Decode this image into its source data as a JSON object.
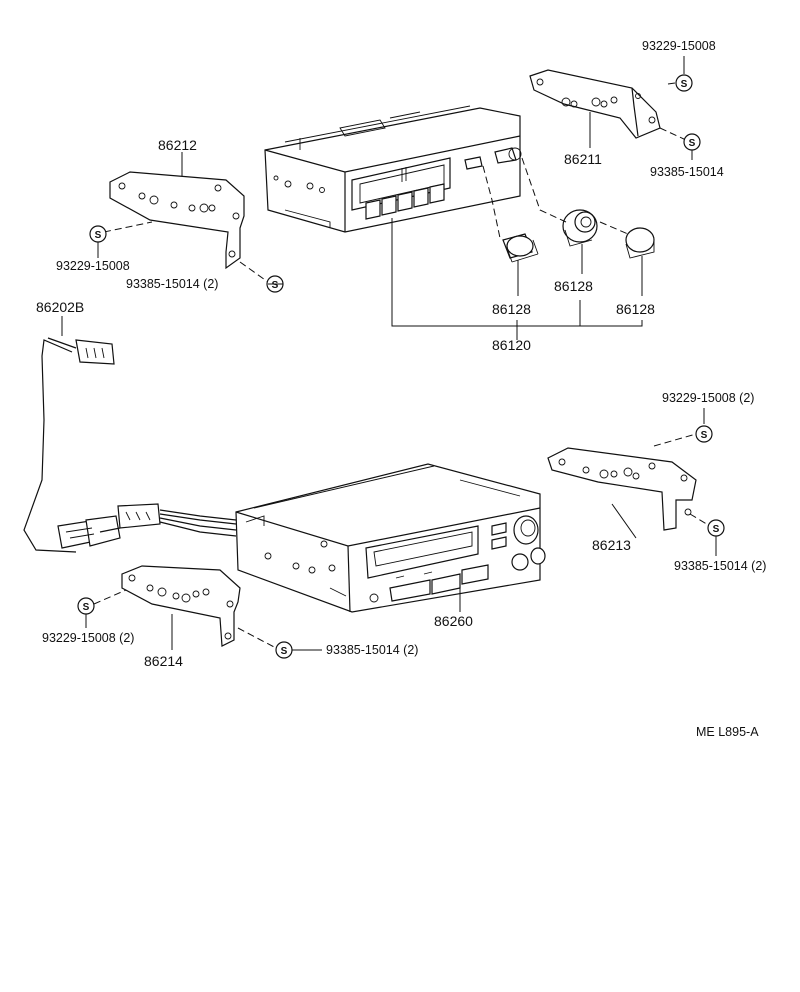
{
  "labels": {
    "p86212": "86212",
    "p86211": "86211",
    "p86213": "86213",
    "p86214": "86214",
    "p86202b": "86202B",
    "p86128a": "86128",
    "p86128b": "86128",
    "p86128c": "86128",
    "p86120": "86120",
    "p86260": "86260",
    "s1_top_right": "93229-15008",
    "s2_top_right": "93385-15014",
    "s1_left": "93229-15008",
    "s2_left": "93385-15014 (2)",
    "s1_mid_right": "93229-15008 (2)",
    "s2_mid_right": "93385-15014 (2)",
    "s1_bottom_left": "93229-15008 (2)",
    "s2_bottom_left": "93385-15014 (2)",
    "screw_mark": "S",
    "code": "ME  L895-A"
  }
}
